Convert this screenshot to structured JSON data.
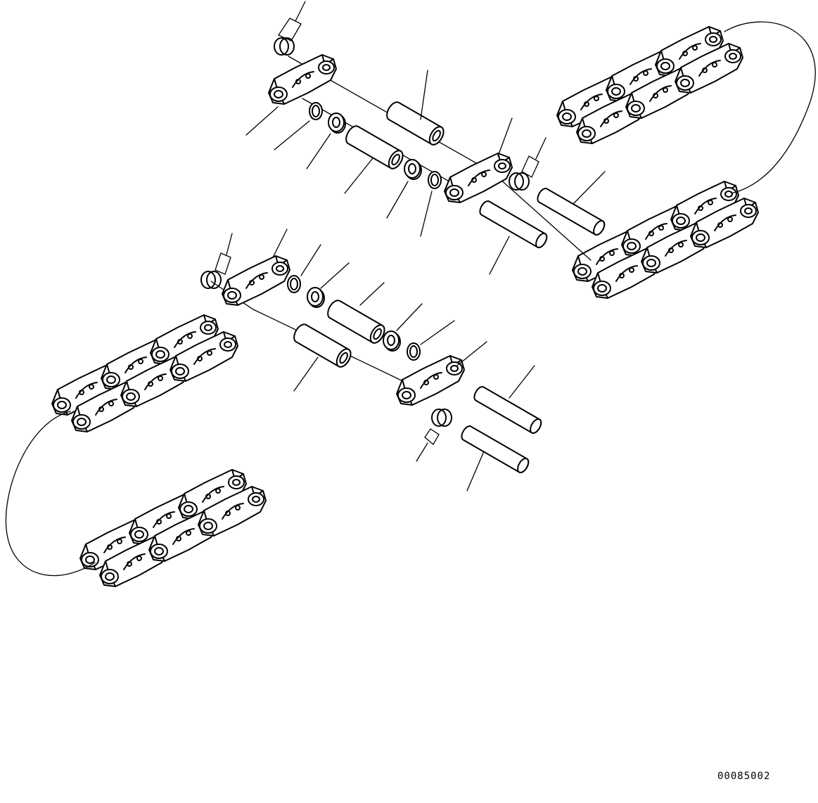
{
  "drawing": {
    "reference_code": "00085002",
    "colors": {
      "ink": "#000000",
      "paper": "#ffffff"
    }
  },
  "parts": [
    {
      "name": "master-link-pin",
      "icon": "pin-icon"
    },
    {
      "name": "link",
      "icon": "link-icon"
    },
    {
      "name": "seal-ring",
      "icon": "ring-icon"
    },
    {
      "name": "spacer",
      "icon": "spacer-icon"
    },
    {
      "name": "bushing",
      "icon": "bushing-icon"
    },
    {
      "name": "snap-ring",
      "icon": "snap-ring-icon"
    },
    {
      "name": "track-chain-assembly",
      "icon": "chain-icon"
    }
  ]
}
